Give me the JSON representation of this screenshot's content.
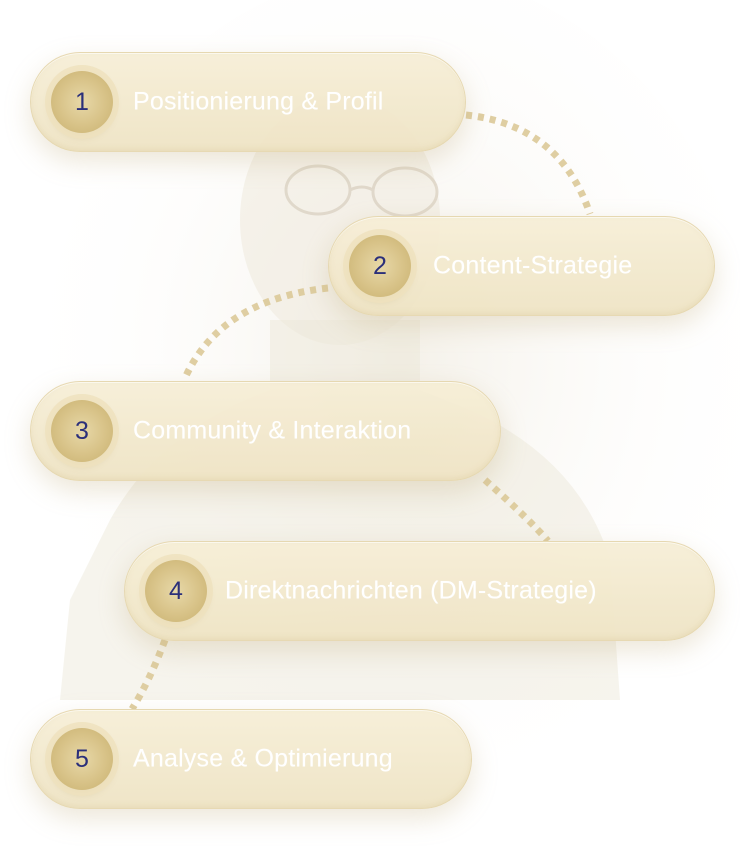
{
  "steps": [
    {
      "number": "1",
      "label": "Positionierung & Profil"
    },
    {
      "number": "2",
      "label": "Content-Strategie"
    },
    {
      "number": "3",
      "label": "Community & Interaktion"
    },
    {
      "number": "4",
      "label": "Direktnachrichten (DM-Strategie)"
    },
    {
      "number": "5",
      "label": "Analyse & Optimierung"
    }
  ],
  "colors": {
    "pill": "#f2e9cd",
    "badge": "#d9c48a",
    "number_text": "#2b2f7a",
    "label_text": "#ffffff",
    "connector": "#dcc998"
  }
}
